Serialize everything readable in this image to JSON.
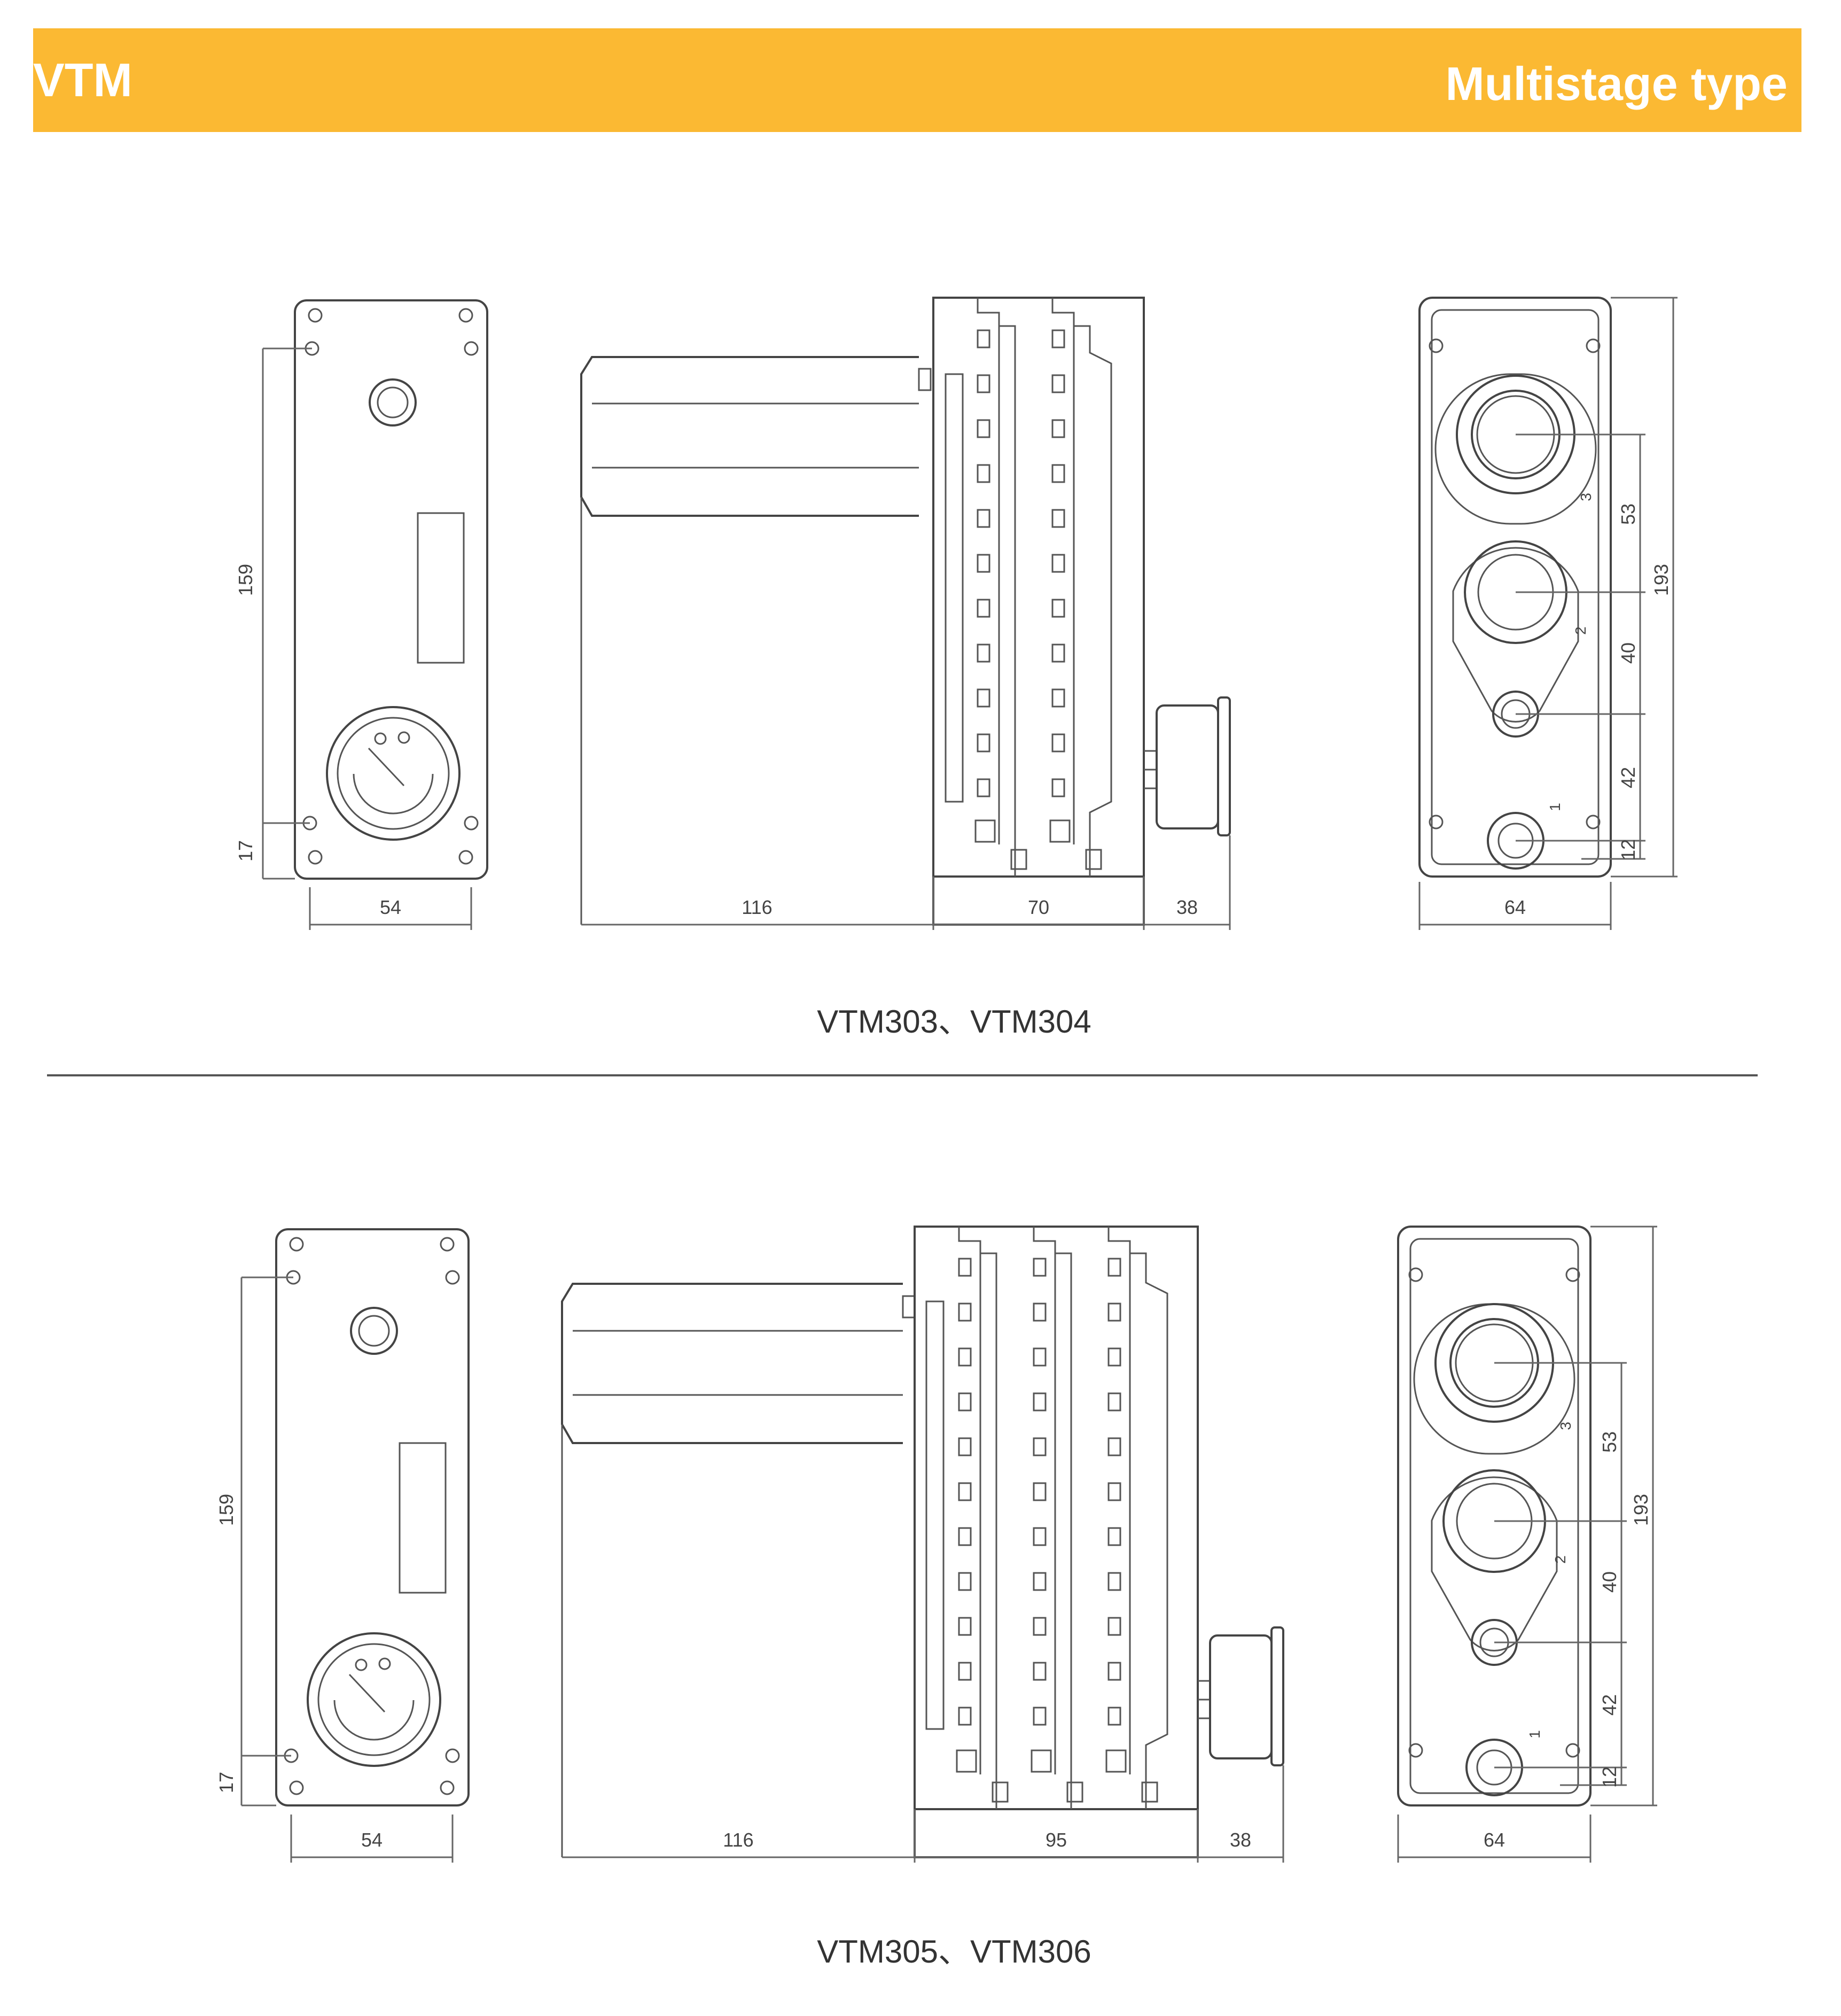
{
  "header": {
    "left": "VTM",
    "right": "Multistage type",
    "color": "#fbb933"
  },
  "sections": [
    {
      "caption": "VTM303、VTM304",
      "dims": {
        "front_height": "159",
        "front_bottom": "17",
        "front_width": "54",
        "side_left": "116",
        "side_mid": "70",
        "side_right": "38",
        "rear_width": "64",
        "rear_total": "193",
        "rear_a": "53",
        "rear_b": "40",
        "rear_c": "42",
        "rear_d": "12"
      },
      "ports": [
        "3",
        "2",
        "1"
      ]
    },
    {
      "caption": "VTM305、VTM306",
      "dims": {
        "front_height": "159",
        "front_bottom": "17",
        "front_width": "54",
        "side_left": "116",
        "side_mid": "95",
        "side_right": "38",
        "rear_width": "64",
        "rear_total": "193",
        "rear_a": "53",
        "rear_b": "40",
        "rear_c": "42",
        "rear_d": "12"
      },
      "ports": [
        "3",
        "2",
        "1"
      ]
    }
  ]
}
